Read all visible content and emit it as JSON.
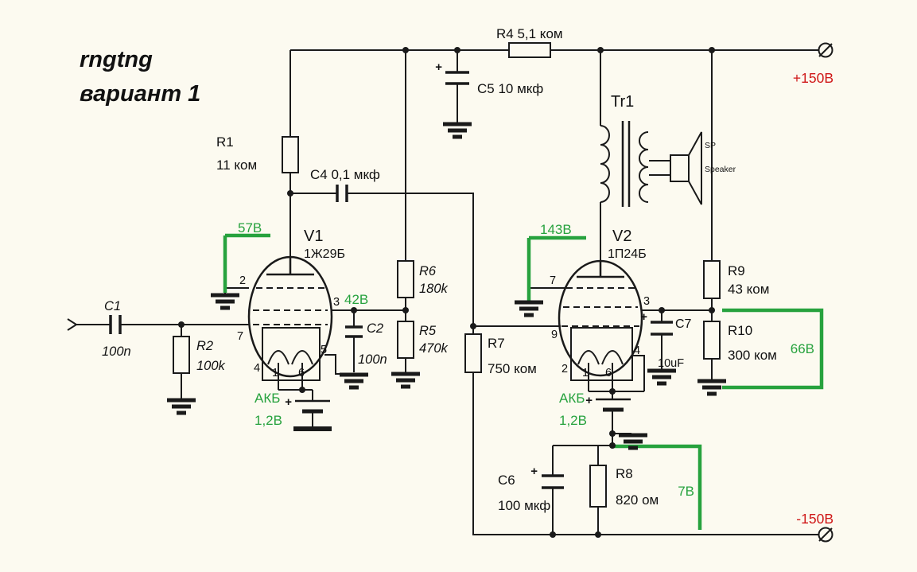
{
  "title": {
    "line1": "rngtng",
    "line2": "вариант 1"
  },
  "supply": {
    "positive": "+150В",
    "negative": "-150В"
  },
  "voltages": {
    "v1_grid2": "57В",
    "v1_screen": "42В",
    "v2_screen": "143В",
    "r10": "66В",
    "r8": "7В"
  },
  "components": {
    "r1": {
      "ref": "R1",
      "value": "11 ком"
    },
    "r2": {
      "ref": "R2",
      "value": "100k"
    },
    "r4": {
      "label": "R4 5,1 ком"
    },
    "r5": {
      "ref": "R5",
      "value": "470k"
    },
    "r6": {
      "ref": "R6",
      "value": "180k"
    },
    "r7": {
      "ref": "R7",
      "value": "750 ком"
    },
    "r8": {
      "ref": "R8",
      "value": "820 ом"
    },
    "r9": {
      "ref": "R9",
      "value": "43 ком"
    },
    "r10": {
      "ref": "R10",
      "value": "300 ком"
    },
    "c1": {
      "ref": "C1",
      "value": "100n"
    },
    "c2": {
      "ref": "C2",
      "value": "100n"
    },
    "c4": {
      "label": "C4 0,1 мкф"
    },
    "c5": {
      "label": "C5 10 мкф"
    },
    "c6": {
      "ref": "C6",
      "value": "100 мкф"
    },
    "c7": {
      "ref": "C7",
      "value": "10uF"
    },
    "v1": {
      "ref": "V1",
      "type": "1Ж29Б",
      "pins": [
        "2",
        "3",
        "7",
        "4",
        "1",
        "6",
        "5"
      ]
    },
    "v2": {
      "ref": "V2",
      "type": "1П24Б",
      "pins": [
        "7",
        "3",
        "9",
        "2",
        "1",
        "6",
        "4"
      ]
    },
    "tr1": {
      "ref": "Tr1"
    },
    "speaker": {
      "abbr": "SP",
      "label": "Speaker"
    },
    "battery1": {
      "name": "АКБ",
      "value": "1,2В"
    },
    "battery2": {
      "name": "АКБ",
      "value": "1,2В"
    }
  },
  "symbols": {
    "plus": "+"
  }
}
